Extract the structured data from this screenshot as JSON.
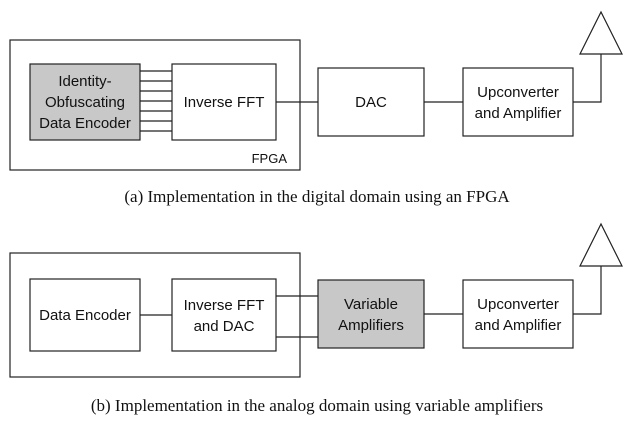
{
  "panel_a": {
    "encoder_line1": "Identity-",
    "encoder_line2": "Obfuscating",
    "encoder_line3": "Data Encoder",
    "fft": "Inverse FFT",
    "dac": "DAC",
    "upconv_line1": "Upconverter",
    "upconv_line2": "and Amplifier",
    "fpga_label": "FPGA",
    "caption": "(a) Implementation in the digital domain using an FPGA"
  },
  "panel_b": {
    "encoder": "Data Encoder",
    "fft_line1": "Inverse FFT",
    "fft_line2": "and DAC",
    "amp_line1": "Variable",
    "amp_line2": "Amplifiers",
    "upconv_line1": "Upconverter",
    "upconv_line2": "and Amplifier",
    "caption": "(b) Implementation in the analog domain using variable amplifiers"
  },
  "colors": {
    "highlight_block": "#c8c8c8",
    "stroke": "#222222"
  }
}
